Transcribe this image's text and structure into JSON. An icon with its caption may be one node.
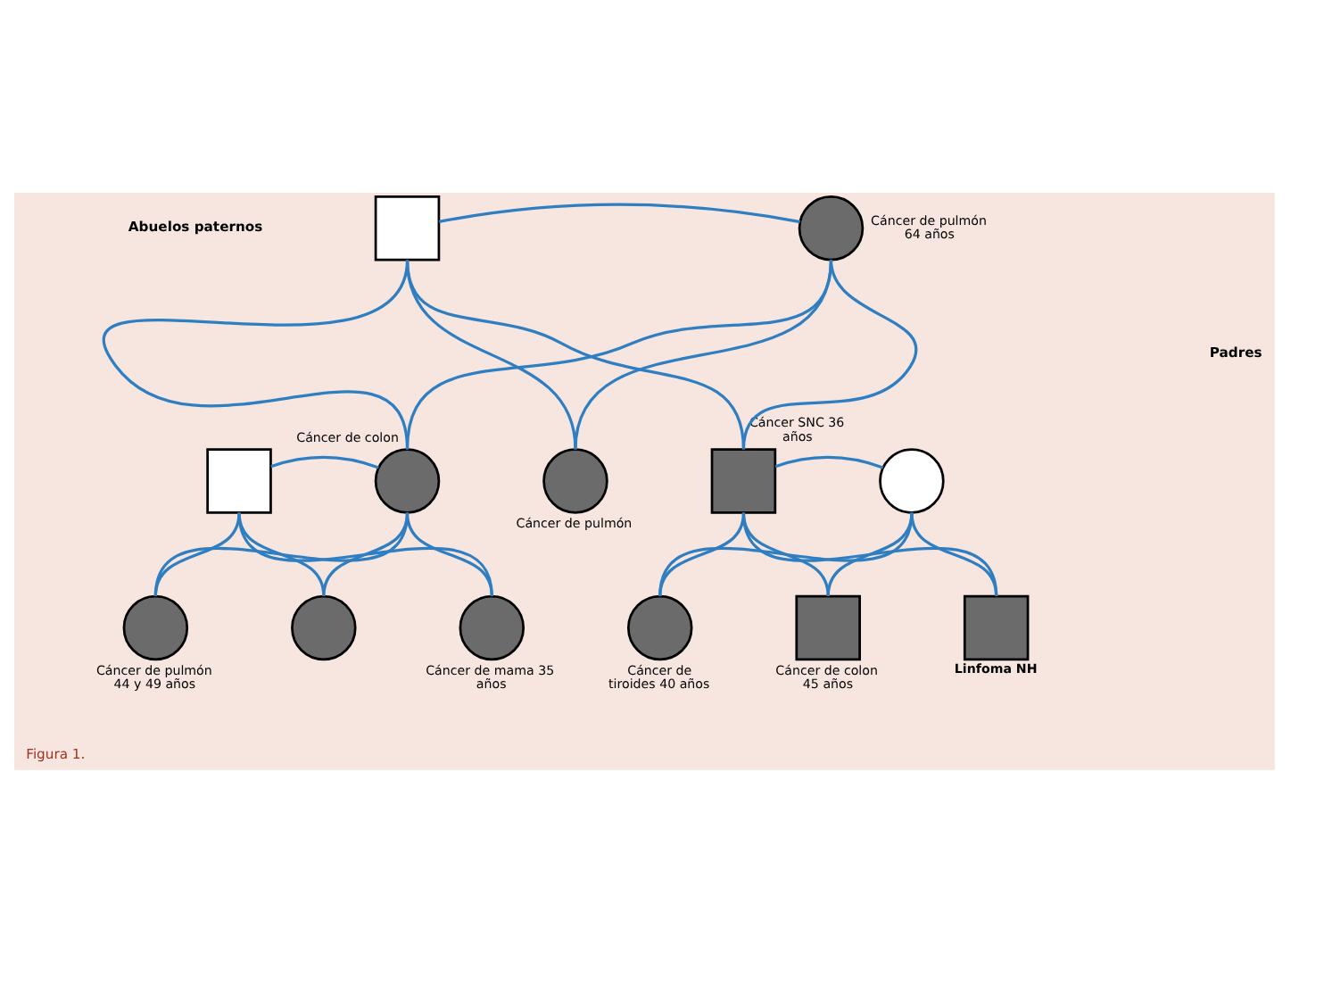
{
  "diagram": {
    "caption": "Figura 1.",
    "nodes": [
      {
        "text": [],
        "shape": "box"
      },
      {
        "text": [],
        "shape": "circle",
        "beside": [
          "Cáncer de pulmón 64 años"
        ]
      },
      {
        "text": [],
        "shape": "box"
      },
      {
        "text": [],
        "shape": "circle",
        "beside": [
          "Cáncer de colon"
        ]
      },
      {
        "text": [],
        "shape": "circle",
        "beside": [
          "Cáncer de pulmón"
        ]
      },
      {
        "text": [],
        "shape": "box",
        "beside": [
          "Cáncer SNC 36 años"
        ]
      },
      {
        "text": [],
        "shape": "circle"
      },
      {
        "text": [],
        "shape": "circle",
        "beside": [
          "Cáncer de pulmón 44 y 49 años"
        ]
      },
      {
        "text": [],
        "shape": "circle"
      },
      {
        "text": [],
        "shape": "circle",
        "beside": [
          "Cáncer de mama 35 años"
        ]
      },
      {
        "text": [],
        "shape": "circle",
        "beside": [
          "Cáncer de tiroides 40 años"
        ]
      },
      {
        "text": [],
        "shape": "box",
        "beside": [
          "Cáncer de colon 45 años"
        ]
      },
      {
        "text": [],
        "shape": "box",
        "beside": [
          "Linfoma NH"
        ]
      }
    ],
    "edges": [
      {
        "from": 0,
        "to": 1,
        "arrow": "none"
      },
      {
        "from": 0,
        "to": 3,
        "arrow": "none"
      },
      {
        "from": 0,
        "to": 4,
        "arrow": "none"
      },
      {
        "from": 0,
        "to": 5,
        "arrow": "none"
      },
      {
        "from": 1,
        "to": 3,
        "arrow": "none"
      },
      {
        "from": 1,
        "to": 4,
        "arrow": "none"
      },
      {
        "from": 1,
        "to": 5,
        "arrow": "none"
      },
      {
        "from": 2,
        "to": 3,
        "arrow": "none"
      },
      {
        "from": 2,
        "to": 7,
        "arrow": "none"
      },
      {
        "from": 2,
        "to": 8,
        "arrow": "none"
      },
      {
        "from": 2,
        "to": 9,
        "arrow": "none"
      },
      {
        "from": 3,
        "to": 7,
        "arrow": "none"
      },
      {
        "from": 3,
        "to": 8,
        "arrow": "none"
      },
      {
        "from": 3,
        "to": 9,
        "arrow": "none"
      },
      {
        "from": 5,
        "to": 6,
        "arrow": "none"
      },
      {
        "from": 5,
        "to": 10,
        "arrow": "none"
      },
      {
        "from": 5,
        "to": 11,
        "arrow": "none"
      },
      {
        "from": 5,
        "to": 12,
        "arrow": "none"
      },
      {
        "from": 6,
        "to": 10,
        "arrow": "none"
      },
      {
        "from": 6,
        "to": 11,
        "arrow": "none"
      },
      {
        "from": 6,
        "to": 12,
        "arrow": "none"
      }
    ],
    "labels": [
      "Abuelos paternos",
      "Padres"
    ]
  }
}
